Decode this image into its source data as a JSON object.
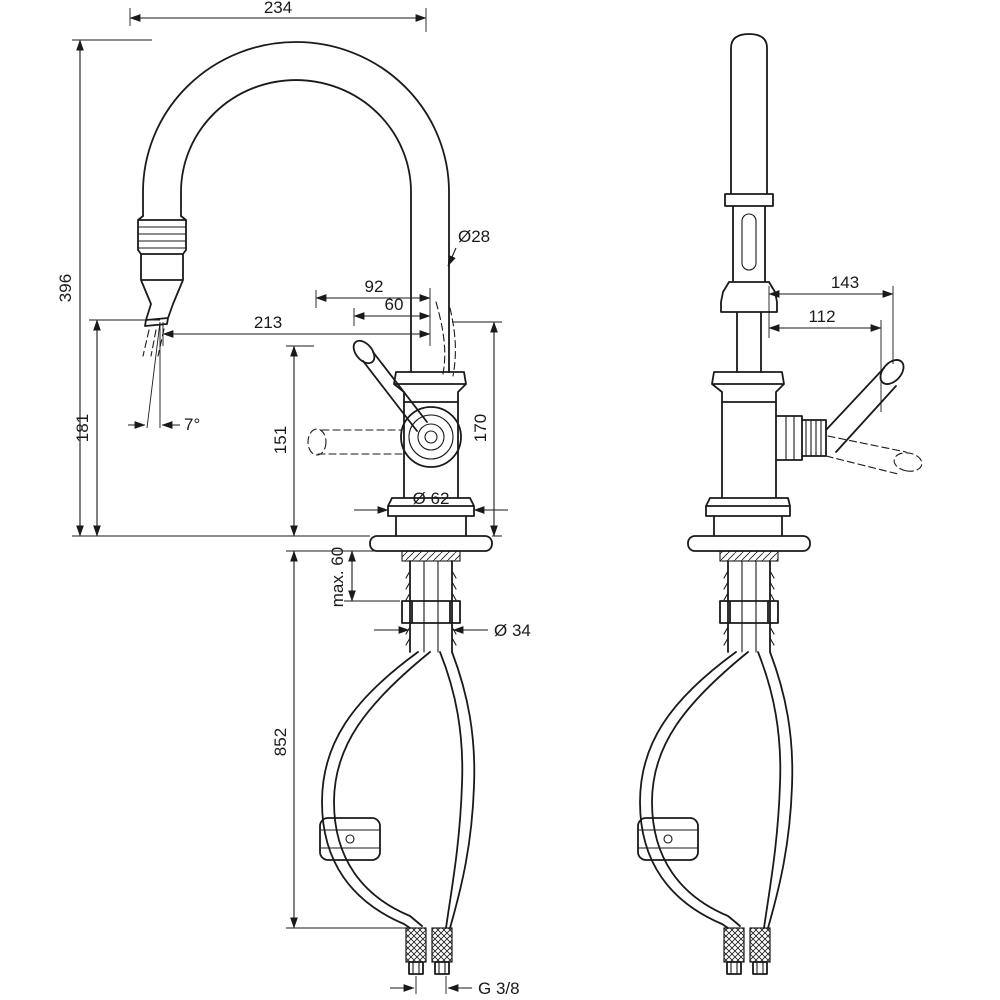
{
  "drawing": {
    "type": "technical-installation-drawing",
    "subject": "kitchen-faucet-with-pullout-spray",
    "style": {
      "background": "#ffffff",
      "line_color": "#1a1a1a"
    }
  },
  "dims": {
    "front": {
      "spout_reach": "234",
      "total_height": "396",
      "pullout_reach": "213",
      "outlet_height": "181",
      "spray_angle": "7°",
      "offset_92": "92",
      "offset_60": "60",
      "spout_diameter": "Ø28",
      "body_height": "170",
      "handle_height": "151",
      "base_diameter": "Ø 62",
      "max_counter_thickness": "max. 60",
      "hole_diameter": "Ø 34",
      "hose_length": "852",
      "thread": "G 3/8"
    },
    "side": {
      "depth": "143",
      "handle_reach": "112"
    }
  }
}
